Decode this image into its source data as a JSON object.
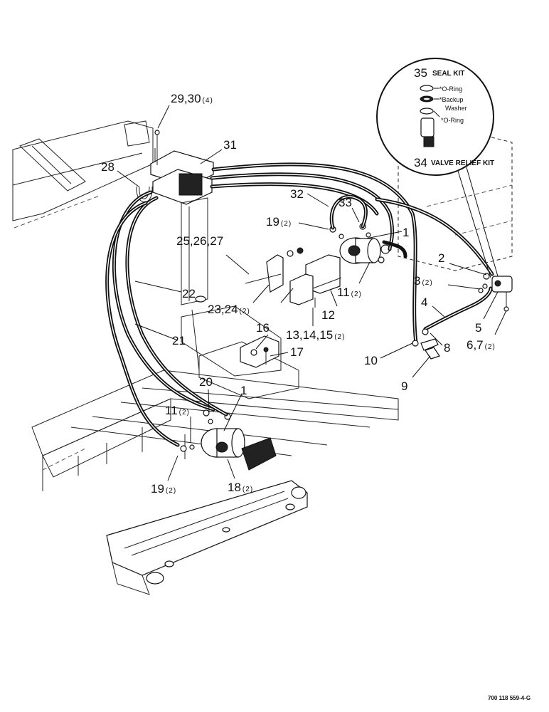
{
  "callouts": [
    {
      "id": "c-29-30",
      "num": "29,30",
      "qty": "(4)"
    },
    {
      "id": "c-31",
      "num": "31",
      "qty": ""
    },
    {
      "id": "c-28",
      "num": "28",
      "qty": ""
    },
    {
      "id": "c-32",
      "num": "32",
      "qty": ""
    },
    {
      "id": "c-33",
      "num": "33",
      "qty": ""
    },
    {
      "id": "c-19-top",
      "num": "19",
      "qty": "(2)"
    },
    {
      "id": "c-1-top",
      "num": "1",
      "qty": ""
    },
    {
      "id": "c-25-27",
      "num": "25,26,27",
      "qty": ""
    },
    {
      "id": "c-22",
      "num": "22",
      "qty": ""
    },
    {
      "id": "c-23-24",
      "num": "23,24",
      "qty": "(2)"
    },
    {
      "id": "c-11-top",
      "num": "11",
      "qty": "(2)"
    },
    {
      "id": "c-12",
      "num": "12",
      "qty": ""
    },
    {
      "id": "c-13-15",
      "num": "13,14,15",
      "qty": "(2)"
    },
    {
      "id": "c-16",
      "num": "16",
      "qty": ""
    },
    {
      "id": "c-17",
      "num": "17",
      "qty": ""
    },
    {
      "id": "c-21",
      "num": "21",
      "qty": ""
    },
    {
      "id": "c-20",
      "num": "20",
      "qty": ""
    },
    {
      "id": "c-1-bot",
      "num": "1",
      "qty": ""
    },
    {
      "id": "c-11-bot",
      "num": "11",
      "qty": "(2)"
    },
    {
      "id": "c-19-bot",
      "num": "19",
      "qty": "(2)"
    },
    {
      "id": "c-18",
      "num": "18",
      "qty": "(2)"
    },
    {
      "id": "c-2",
      "num": "2",
      "qty": ""
    },
    {
      "id": "c-3",
      "num": "3",
      "qty": "(2)"
    },
    {
      "id": "c-4",
      "num": "4",
      "qty": ""
    },
    {
      "id": "c-5",
      "num": "5",
      "qty": ""
    },
    {
      "id": "c-6-7",
      "num": "6,7",
      "qty": "(2)"
    },
    {
      "id": "c-8",
      "num": "8",
      "qty": ""
    },
    {
      "id": "c-9",
      "num": "9",
      "qty": ""
    },
    {
      "id": "c-10",
      "num": "10",
      "qty": ""
    }
  ],
  "inset": {
    "seal_num": "35",
    "seal_label": "SEAL KIT",
    "valve_num": "34",
    "valve_label": "VALVE RELIEF KIT",
    "oring_top": "*O-Ring",
    "backup_line1": "*Backup",
    "backup_line2": "Washer",
    "oring_bottom": "*O-Ring"
  },
  "drawing_code": "700 118 559-4-G"
}
